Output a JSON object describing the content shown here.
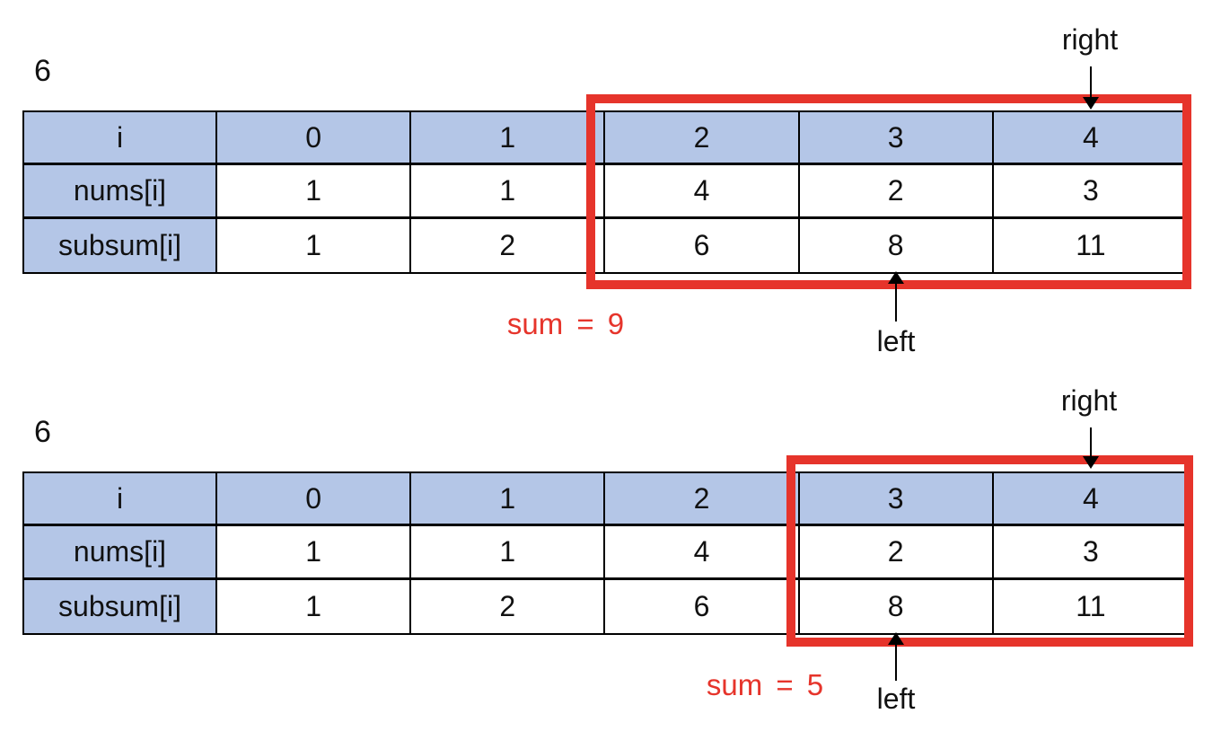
{
  "diagram": {
    "colors": {
      "header_fill": "#b4c6e7",
      "window_border_red": "#e6342b",
      "sum_text_red": "#ed3b2e",
      "table_border": "#000000"
    },
    "figures": [
      {
        "case_label": "6",
        "pointer_right_label": "right",
        "pointer_left_label": "left",
        "sum_label": "sum = 9",
        "window_columns": [
          2,
          4
        ],
        "table": {
          "header_row": [
            "i",
            "0",
            "1",
            "2",
            "3",
            "4"
          ],
          "rows": [
            {
              "label": "nums[i]",
              "values": [
                "1",
                "1",
                "4",
                "2",
                "3"
              ]
            },
            {
              "label": "subsum[i]",
              "values": [
                "1",
                "2",
                "6",
                "8",
                "11"
              ]
            }
          ]
        }
      },
      {
        "case_label": "6",
        "pointer_right_label": "right",
        "pointer_left_label": "left",
        "sum_label": "sum = 5",
        "window_columns": [
          3,
          4
        ],
        "table": {
          "header_row": [
            "i",
            "0",
            "1",
            "2",
            "3",
            "4"
          ],
          "rows": [
            {
              "label": "nums[i]",
              "values": [
                "1",
                "1",
                "4",
                "2",
                "3"
              ]
            },
            {
              "label": "subsum[i]",
              "values": [
                "1",
                "2",
                "6",
                "8",
                "11"
              ]
            }
          ]
        }
      }
    ]
  }
}
